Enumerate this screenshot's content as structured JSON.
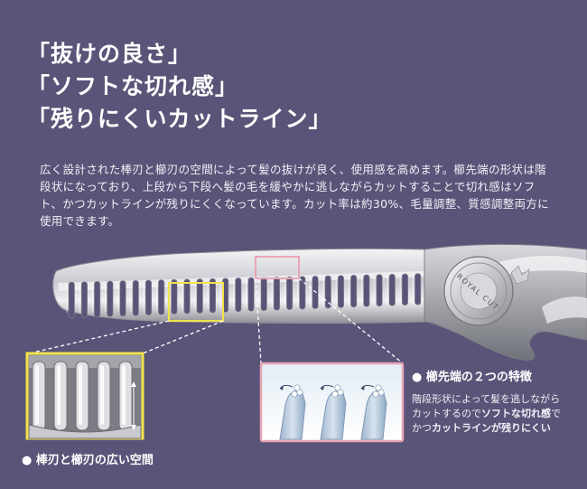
{
  "headlines": [
    "「抜けの良さ」",
    "「ソフトな切れ感」",
    "「残りにくいカットライン」"
  ],
  "description": "広く設計された棒刃と櫛刃の空間によって髪の抜けが良く、使用感を高めます。櫛先端の形状は階段状になっており、上段から下段へ髪の毛を緩やかに逃しながらカットすることで切れ感はソフト、かつカットラインが残りにくくなっています。カット率は約30%、毛量調整、質感調整両方に使用できます。",
  "brand_mark": "ROYAL CUT",
  "callout_gap": {
    "bullet": "●",
    "label": "棒刃と櫛刃の広い空間",
    "border_color": "#f2e24b"
  },
  "callout_tip": {
    "bullet": "●",
    "label": "櫛先端の２つの特徴",
    "desc_line1": "階段形状によって髪を逃しながら",
    "desc_line2_prefix": "カットするので",
    "desc_line2_bold": "ソフトな切れ感",
    "desc_line2_suffix": "で",
    "desc_line3_prefix": "かつ",
    "desc_line3_bold": "カットラインが残りにくい",
    "border_color": "#e8a5b6"
  },
  "colors": {
    "background": "#5a5478",
    "text": "#ffffff"
  }
}
